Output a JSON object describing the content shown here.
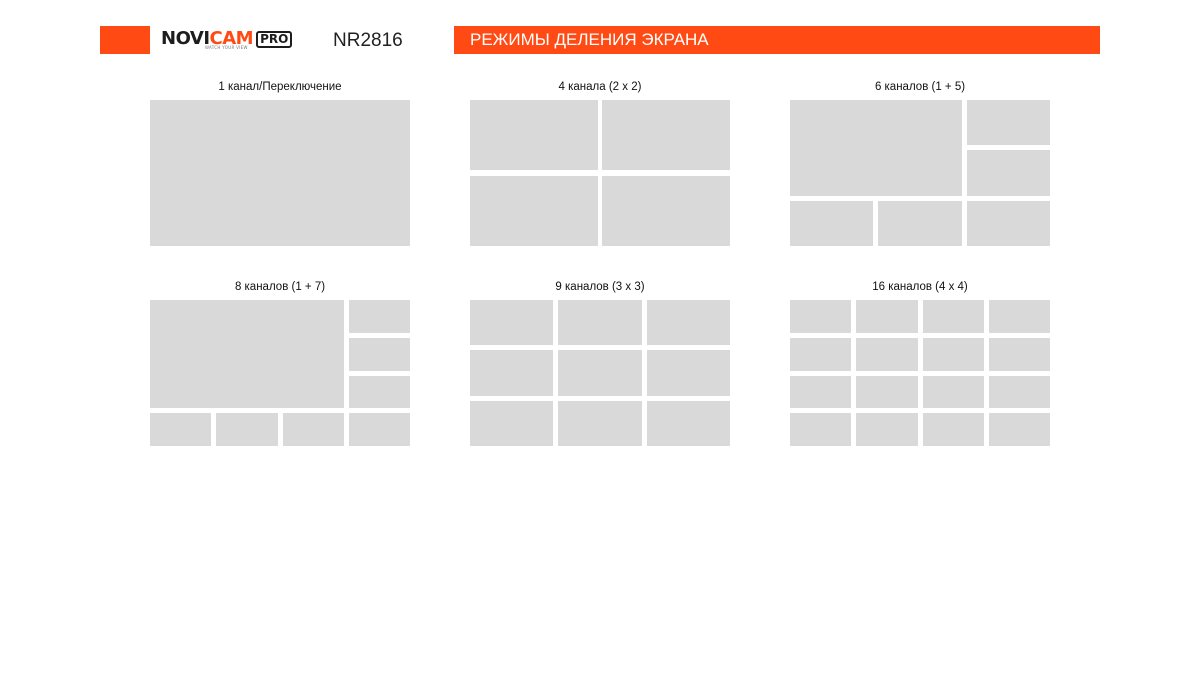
{
  "header": {
    "accent_color": "#ff4a14",
    "logo": {
      "part1": "NOVI",
      "part2": "CAM",
      "badge": "PRO",
      "tagline": "WATCH YOUR VIEW"
    },
    "model": "NR2816",
    "title": "РЕЖИМЫ ДЕЛЕНИЯ ЭКРАНА"
  },
  "cell_color": "#d9d9d9",
  "modes": [
    {
      "label": "1 канал/Переключение",
      "channels": 1
    },
    {
      "label": "4 канала (2 х 2)",
      "channels": 4
    },
    {
      "label": "6 каналов (1 + 5)",
      "channels": 6
    },
    {
      "label": "8 каналов (1 + 7)",
      "channels": 8
    },
    {
      "label": "9 каналов (3 х 3)",
      "channels": 9
    },
    {
      "label": "16 каналов (4 х 4)",
      "channels": 16
    }
  ]
}
